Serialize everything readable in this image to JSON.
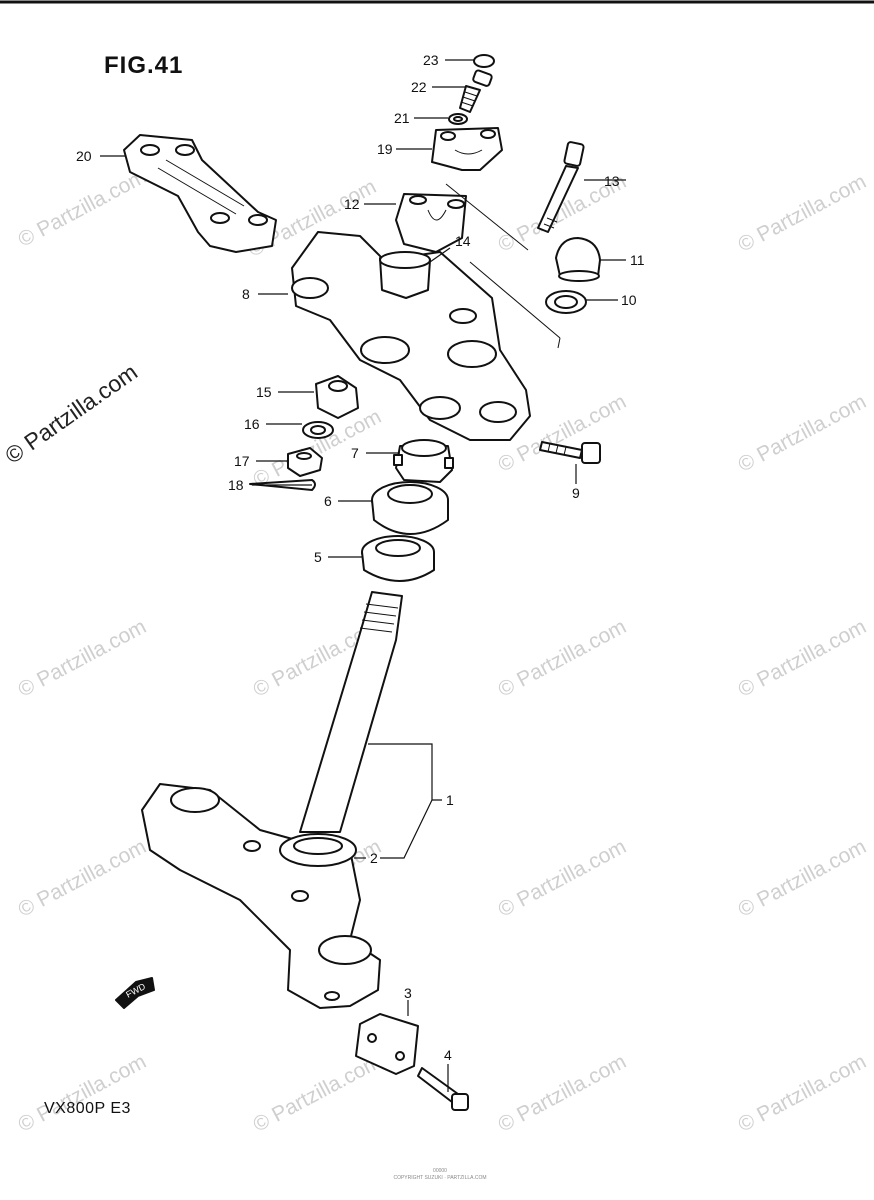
{
  "figure": {
    "title": "FIG.41",
    "model": "VX800P  E3",
    "fwd_label": "FWD",
    "footer_line1": "00000",
    "footer_line2": "COPYRIGHT SUZUKI · PARTZILLA.COM"
  },
  "watermark": {
    "text": "© Partzilla.com"
  },
  "callouts": {
    "c1": "1",
    "c2": "2",
    "c3": "3",
    "c4": "4",
    "c5": "5",
    "c6": "6",
    "c7": "7",
    "c8": "8",
    "c9": "9",
    "c10": "10",
    "c11": "11",
    "c12": "12",
    "c13": "13",
    "c14": "14",
    "c15": "15",
    "c16": "16",
    "c17": "17",
    "c18": "18",
    "c19": "19",
    "c20": "20",
    "c21": "21",
    "c22": "22",
    "c23": "23"
  }
}
